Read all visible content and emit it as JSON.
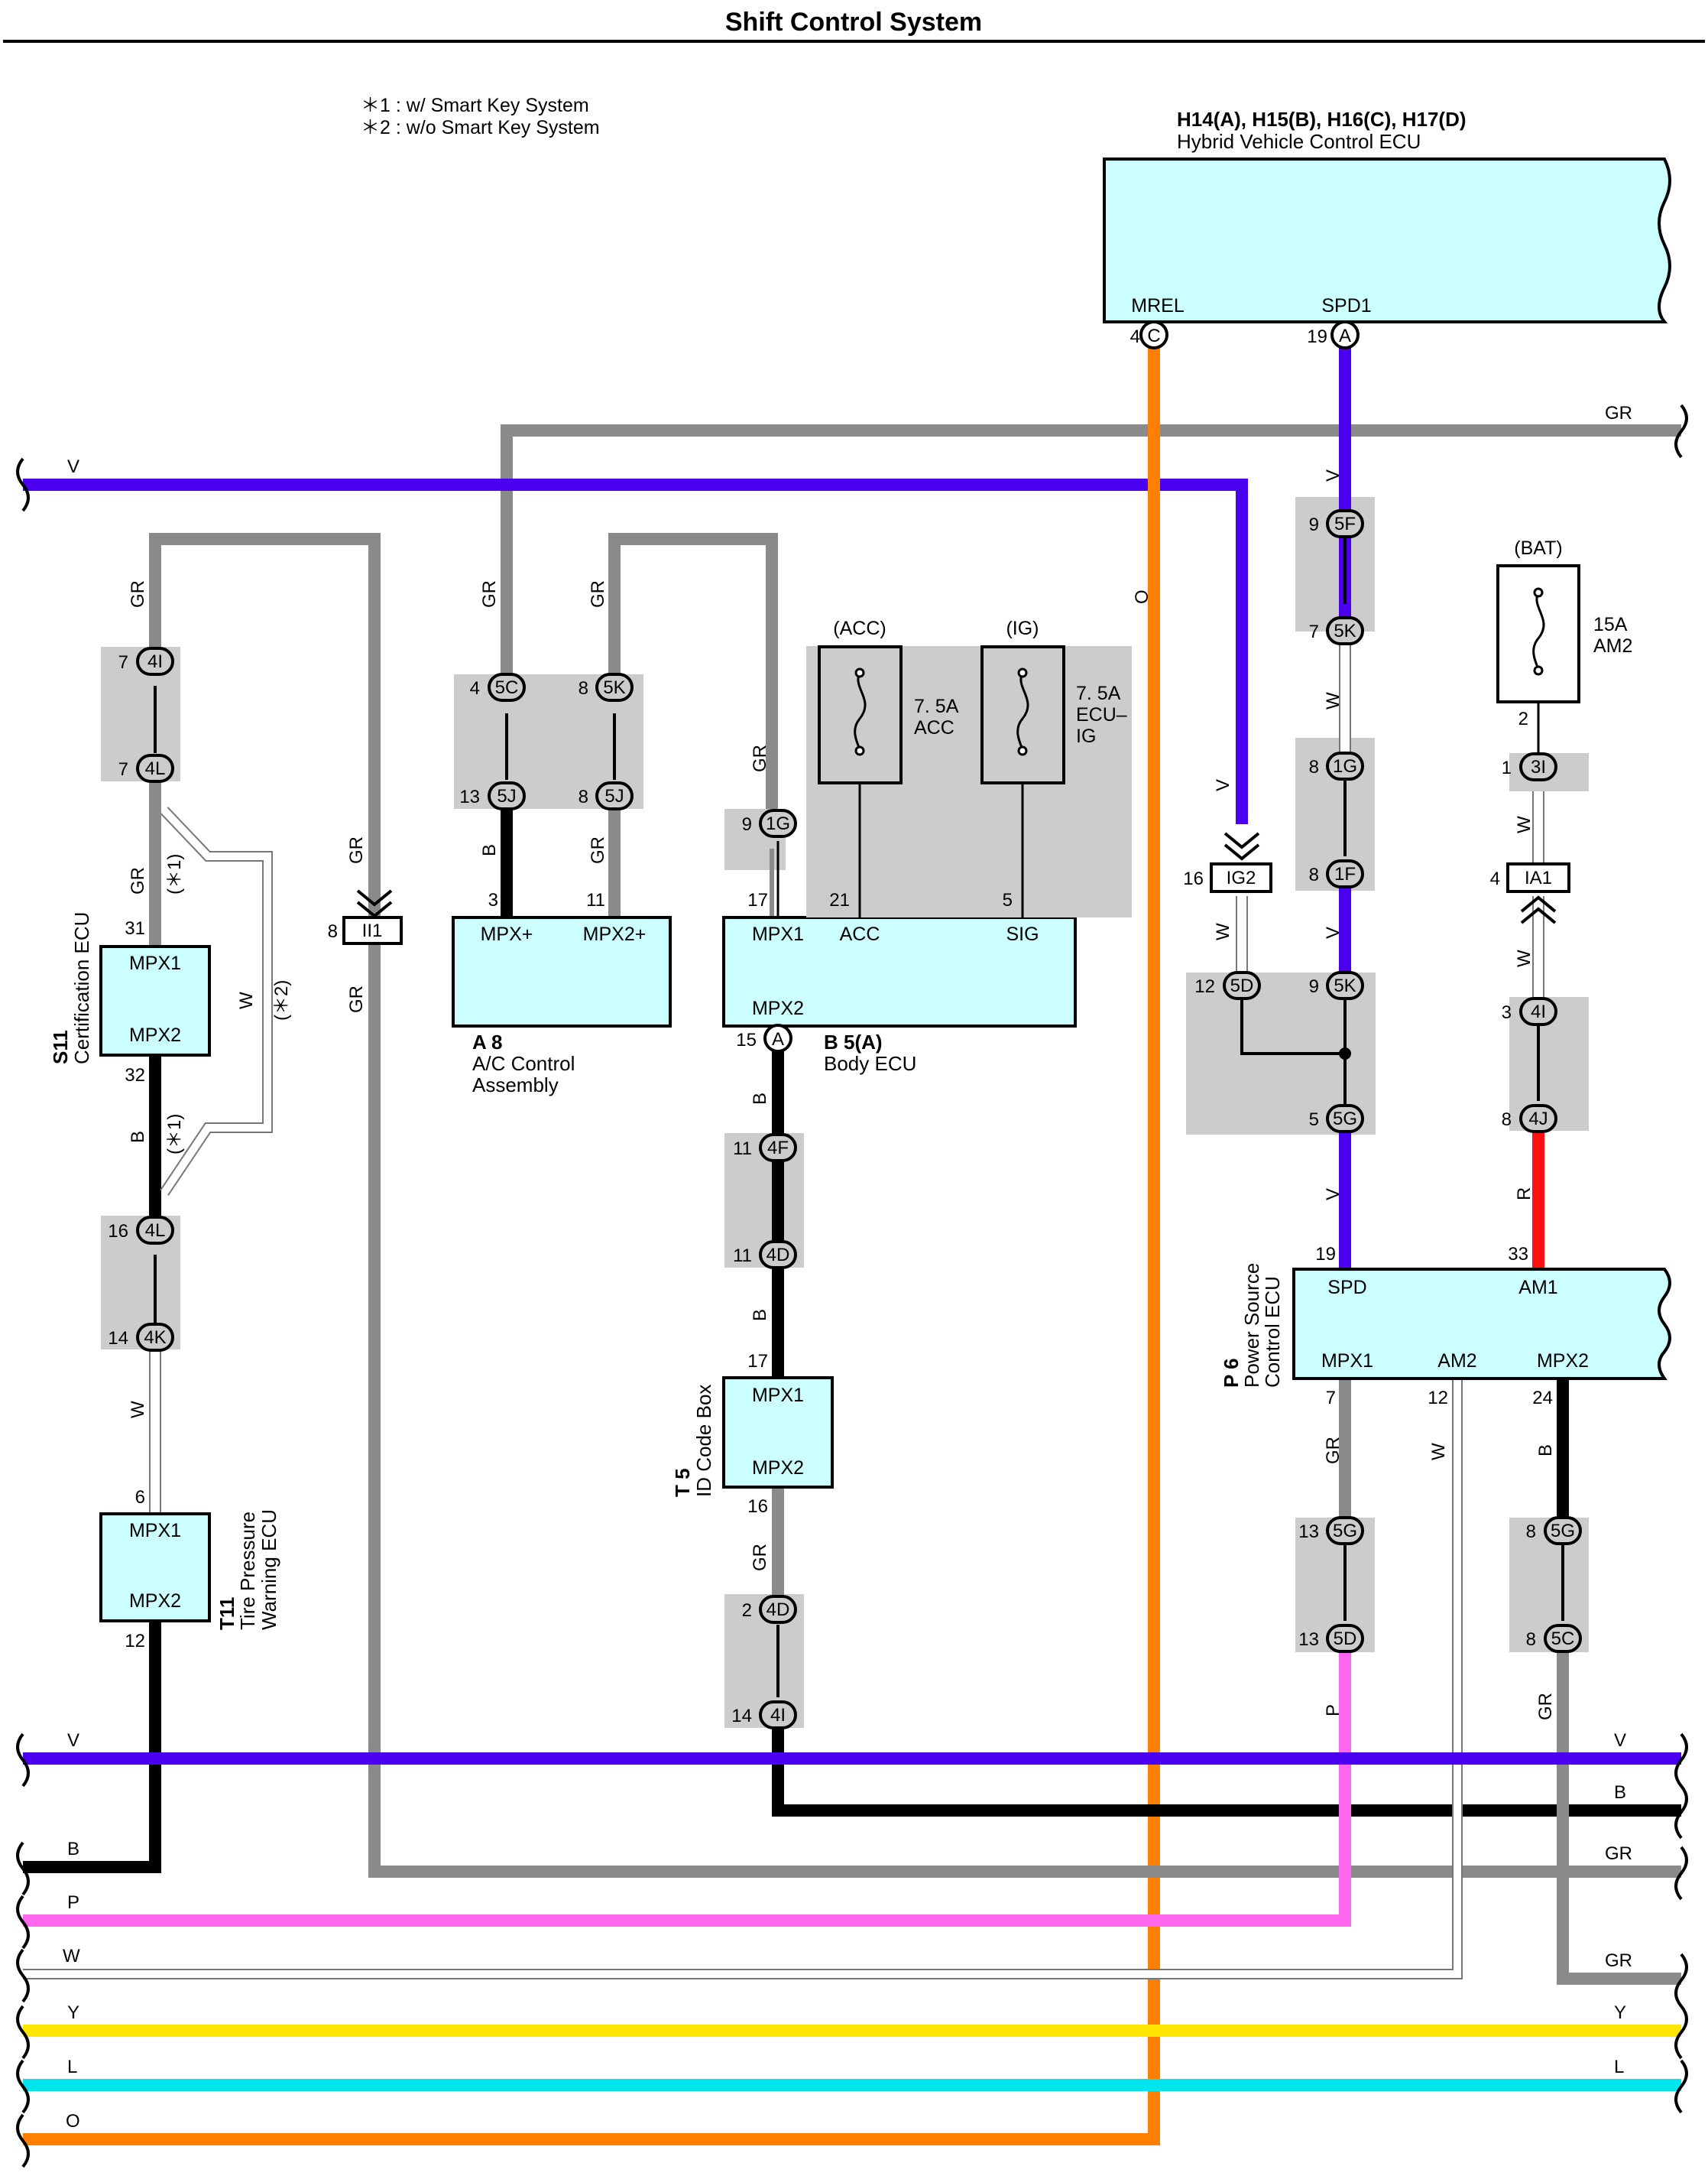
{
  "title": "Shift Control System",
  "notes": [
    "＊1 : w/ Smart Key System",
    "＊2 : w/o Smart Key System"
  ],
  "colors": {
    "V": "#4a00ee",
    "GR": "#8a8a8a",
    "B": "#000000",
    "W": "#ffffff",
    "O": "#ff7f00",
    "P": "#ff66ee",
    "R": "#ff1010",
    "Y": "#ffe600",
    "L": "#00e5ee",
    "ecu_fill": "#ccffff",
    "junction_bg": "#cccccc"
  },
  "components": {
    "hv_ecu": {
      "code": "H14(A), H15(B), H16(C), H17(D)",
      "name": "Hybrid Vehicle Control ECU",
      "term_mrel": "MREL",
      "term_spd1": "SPD1"
    },
    "cert_ecu": {
      "code": "S11",
      "name": "Certification ECU",
      "term1": "MPX1",
      "term2": "MPX2"
    },
    "tire_ecu": {
      "code": "T11",
      "name1": "Tire Pressure",
      "name2": "Warning ECU",
      "term1": "MPX1",
      "term2": "MPX2"
    },
    "ac_assy": {
      "code": "A 8",
      "name1": "A/C Control",
      "name2": "Assembly",
      "term1": "MPX+",
      "term2": "MPX2+"
    },
    "body_ecu": {
      "code": "B 5(A)",
      "name": "Body ECU",
      "term_mpx1": "MPX1",
      "term_acc": "ACC",
      "term_sig": "SIG",
      "term_mpx2": "MPX2"
    },
    "id_box": {
      "code": "T 5",
      "name": "ID Code Box",
      "term1": "MPX1",
      "term2": "MPX2"
    },
    "ps_ecu": {
      "code": "P 6",
      "name1": "Power Source",
      "name2": "Control ECU",
      "term_spd": "SPD",
      "term_am1": "AM1",
      "term_mpx1": "MPX1",
      "term_am2": "AM2",
      "term_mpx2": "MPX2"
    }
  },
  "fuses": {
    "acc": {
      "source": "(ACC)",
      "rating": "7. 5A",
      "name": "ACC"
    },
    "ig": {
      "source": "(IG)",
      "rating": "7. 5A",
      "name1": "ECU–",
      "name2": "IG"
    },
    "bat": {
      "source": "(BAT)",
      "rating": "15A",
      "name": "AM2"
    }
  },
  "markers": {
    "star1": "(＊1)",
    "star2": "(＊2)"
  },
  "connectors": {
    "c_4I_top": "4I",
    "c_4L_a": "4L",
    "c_4L_b": "4L",
    "c_4K": "4K",
    "c_5C_a": "5C",
    "c_5K_a": "5K",
    "c_5J_a": "5J",
    "c_5J_b": "5J",
    "c_1G_body": "1G",
    "c_4F": "4F",
    "c_4D_a": "4D",
    "c_4D_b": "4D",
    "c_4I_bot": "4I",
    "c_5F": "5F",
    "c_5K_b": "5K",
    "c_1G_r": "1G",
    "c_1F": "1F",
    "c_5K_c": "5K",
    "c_5D_a": "5D",
    "c_5G_a": "5G",
    "c_5G_b": "5G",
    "c_5D_b": "5D",
    "c_3I": "3I",
    "c_4I_r": "4I",
    "c_4J": "4J",
    "c_5G_c": "5G",
    "c_5C_b": "5C",
    "ic_II1": "II1",
    "ic_IG2": "IG2",
    "ic_IA1": "IA1",
    "ecu_C": "C",
    "ecu_A": "A",
    "body_A": "A"
  },
  "pins": {
    "p_4": "4",
    "p_19": "19",
    "p_7a": "7",
    "p_7b": "7",
    "p_31": "31",
    "p_32": "32",
    "p_16a": "16",
    "p_14a": "14",
    "p_6": "6",
    "p_12a": "12",
    "p_8a": "8",
    "p_4b": "4",
    "p_8b": "8",
    "p_13a": "13",
    "p_8c": "8",
    "p_3": "3",
    "p_11a": "11",
    "p_9a": "9",
    "p_17a": "17",
    "p_21": "21",
    "p_5a": "5",
    "p_15": "15",
    "p_11b": "11",
    "p_11c": "11",
    "p_17b": "17",
    "p_16b": "16",
    "p_2a": "2",
    "p_14b": "14",
    "p_9b": "9",
    "p_7c": "7",
    "p_8d": "8",
    "p_8e": "8",
    "p_9c": "9",
    "p_5b": "5",
    "p_16c": "16",
    "p_12b": "12",
    "p_19b": "19",
    "p_33": "33",
    "p_7d": "7",
    "p_12c": "12",
    "p_24": "24",
    "p_13b": "13",
    "p_13c": "13",
    "p_8f": "8",
    "p_8g": "8",
    "p_2b": "2",
    "p_1": "1",
    "p_4c": "4",
    "p_3b": "3",
    "p_8h": "8"
  },
  "wire_codes": {
    "w_V_top": "V",
    "w_GR_top": "GR",
    "w_O": "O",
    "w_V_spd1": "V",
    "w_W_5k1g": "W",
    "w_V_1f5k": "V",
    "w_V_5g": "V",
    "w_V_ig2": "V",
    "w_W_ig2": "W",
    "w_W_3i": "W",
    "w_W_ia1": "W",
    "w_R": "R",
    "w_GR_cert_top": "GR",
    "w_GR_cert_mid": "GR",
    "w_B_cert": "B",
    "w_W_tire": "W",
    "w_W_bypass": "W",
    "w_GR_ii1_a": "GR",
    "w_GR_ii1_b": "GR",
    "w_GR_ac1": "GR",
    "w_GR_ac2": "GR",
    "w_B_ac": "B",
    "w_GR_ac3": "GR",
    "w_GR_1g": "GR",
    "w_B_body": "B",
    "w_B_id": "B",
    "w_GR_id": "GR",
    "w_GR_ps": "GR",
    "w_W_ps": "W",
    "w_B_ps": "B",
    "w_P_ps": "P",
    "w_GR_ps2": "GR",
    "bus_V_l": "V",
    "bus_V_r": "V",
    "bus_B_r": "B",
    "bus_B_l": "B",
    "bus_GR_r": "GR",
    "bus_P": "P",
    "bus_W": "W",
    "bus_GR2": "GR",
    "bus_Y_l": "Y",
    "bus_Y_r": "Y",
    "bus_L_l": "L",
    "bus_L_r": "L",
    "bus_O": "O"
  }
}
